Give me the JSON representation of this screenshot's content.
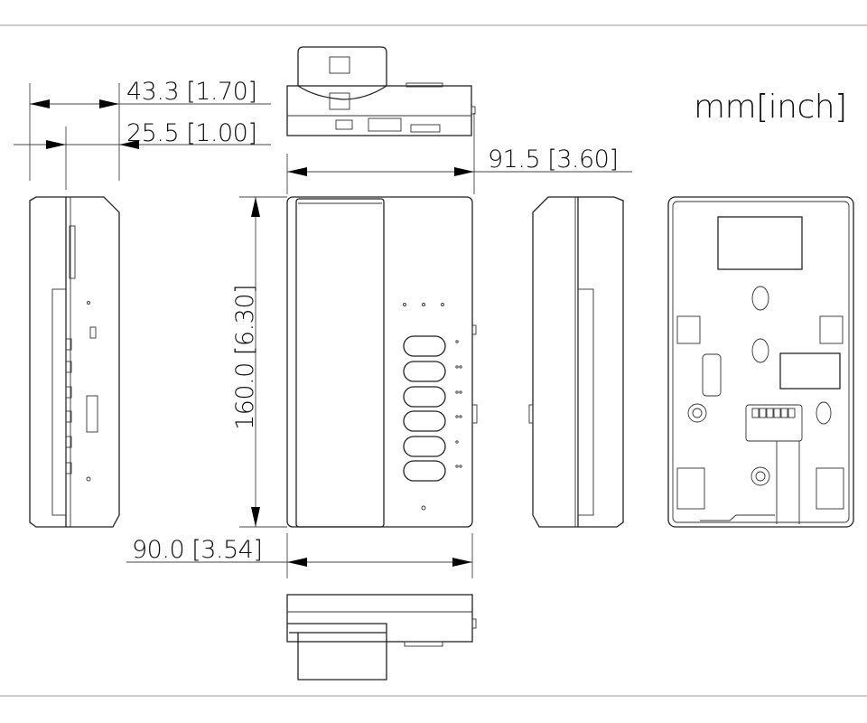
{
  "units_label": "mm[inch]",
  "dimensions": {
    "depth_total": "43.3  [1.70]",
    "depth_base": "25.5  [1.00]",
    "width_top": "91.5  [3.60]",
    "height": "160.0  [6.30]",
    "width_bottom": "90.0  [3.54]"
  },
  "views": [
    "top-view",
    "front-view",
    "left-side-view",
    "right-side-view",
    "back-view",
    "bottom-view"
  ],
  "front_buttons": 6
}
